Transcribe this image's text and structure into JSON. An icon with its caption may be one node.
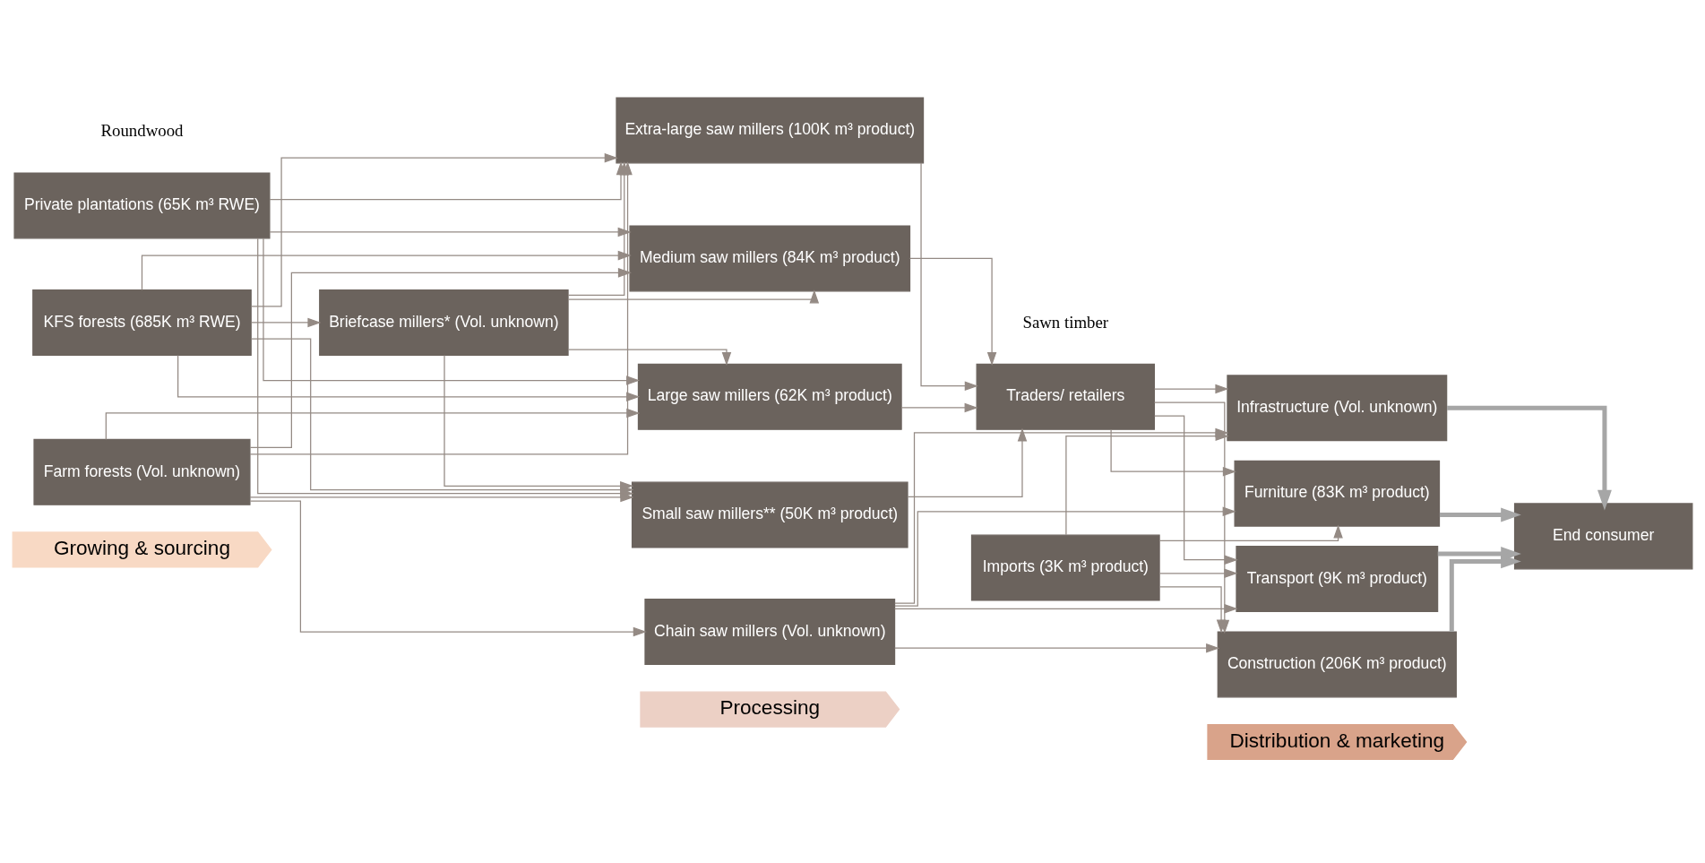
{
  "diagram": {
    "nodes": [
      {
        "text": [
          "Growing & sourcing"
        ]
      },
      {
        "text": [
          "Processing"
        ]
      },
      {
        "text": [
          "Distribution & marketing"
        ]
      },
      {
        "text": [
          "KFS forests (685K m³ RWE)"
        ]
      },
      {
        "text": [
          "Briefcase millers* (Vol. unknown)"
        ]
      },
      {
        "text": [
          "Private plantations (65K m³ RWE)"
        ]
      },
      {
        "text": [
          "Farm forests (Vol. unknown)"
        ]
      },
      {
        "text": [
          "Small saw millers** (50K m³ product)"
        ]
      },
      {
        "text": [
          "Medium saw millers (84K m³ product)"
        ]
      },
      {
        "text": [
          "Large saw millers (62K m³ product)"
        ]
      },
      {
        "text": [
          "Extra-large saw millers (100K m³ product)"
        ]
      },
      {
        "text": [
          "Chain saw millers (Vol. unknown)"
        ]
      },
      {
        "text": [
          "Imports (3K m³ product)"
        ]
      },
      {
        "text": [
          "Traders/ retailers"
        ]
      },
      {
        "text": [
          "Construction (206K m³ product)"
        ]
      },
      {
        "text": [
          "Furniture (83K m³ product)"
        ]
      },
      {
        "text": [
          "Transport (9K m³ product)"
        ]
      },
      {
        "text": [
          "Infrastructure (Vol. unknown)"
        ]
      },
      {
        "text": [
          "End consumer"
        ]
      }
    ],
    "edges": [
      {
        "from": 3,
        "to": 4,
        "arrow": "to"
      },
      {
        "from": 3,
        "to": 7,
        "arrow": "to"
      },
      {
        "from": 3,
        "to": 8,
        "arrow": "to"
      },
      {
        "from": 3,
        "to": 9,
        "arrow": "to"
      },
      {
        "from": 3,
        "to": 10,
        "arrow": "to"
      },
      {
        "from": 4,
        "to": 7,
        "arrow": "to"
      },
      {
        "from": 4,
        "to": 8,
        "arrow": "to"
      },
      {
        "from": 4,
        "to": 9,
        "arrow": "to"
      },
      {
        "from": 4,
        "to": 10,
        "arrow": "to"
      },
      {
        "from": 5,
        "to": 7,
        "arrow": "to"
      },
      {
        "from": 5,
        "to": 8,
        "arrow": "to"
      },
      {
        "from": 5,
        "to": 9,
        "arrow": "to"
      },
      {
        "from": 5,
        "to": 10,
        "arrow": "to"
      },
      {
        "from": 6,
        "to": 7,
        "arrow": "to"
      },
      {
        "from": 6,
        "to": 8,
        "arrow": "to"
      },
      {
        "from": 6,
        "to": 9,
        "arrow": "to"
      },
      {
        "from": 6,
        "to": 10,
        "arrow": "to"
      },
      {
        "from": 6,
        "to": 11,
        "arrow": "to"
      },
      {
        "from": 7,
        "to": 13,
        "arrow": "to"
      },
      {
        "from": 8,
        "to": 13,
        "arrow": "to"
      },
      {
        "from": 9,
        "to": 13,
        "arrow": "to"
      },
      {
        "from": 10,
        "to": 13,
        "arrow": "to"
      },
      {
        "from": 12,
        "to": 14,
        "arrow": "to"
      },
      {
        "from": 12,
        "to": 15,
        "arrow": "to"
      },
      {
        "from": 12,
        "to": 16,
        "arrow": "to"
      },
      {
        "from": 12,
        "to": 17,
        "arrow": "to"
      },
      {
        "from": 13,
        "to": 14,
        "arrow": "to"
      },
      {
        "from": 13,
        "to": 15,
        "arrow": "to"
      },
      {
        "from": 13,
        "to": 16,
        "arrow": "to"
      },
      {
        "from": 13,
        "to": 17,
        "arrow": "to"
      },
      {
        "from": 11,
        "to": 14,
        "arrow": "to"
      },
      {
        "from": 11,
        "to": 15,
        "arrow": "to"
      },
      {
        "from": 11,
        "to": 16,
        "arrow": "to"
      },
      {
        "from": 11,
        "to": 17,
        "arrow": "to"
      },
      {
        "from": 14,
        "to": 18,
        "arrow": "to",
        "style": "thick",
        "color": "#a6a6a6"
      },
      {
        "from": 15,
        "to": 18,
        "arrow": "to",
        "style": "thick",
        "color": "#a6a6a6"
      },
      {
        "from": 16,
        "to": 18,
        "arrow": "to",
        "style": "thick",
        "color": "#a6a6a6"
      },
      {
        "from": 17,
        "to": 18,
        "arrow": "to",
        "style": "thick",
        "color": "#a6a6a6"
      }
    ],
    "labels": [
      "Roundwood",
      "Sawn timber"
    ]
  }
}
